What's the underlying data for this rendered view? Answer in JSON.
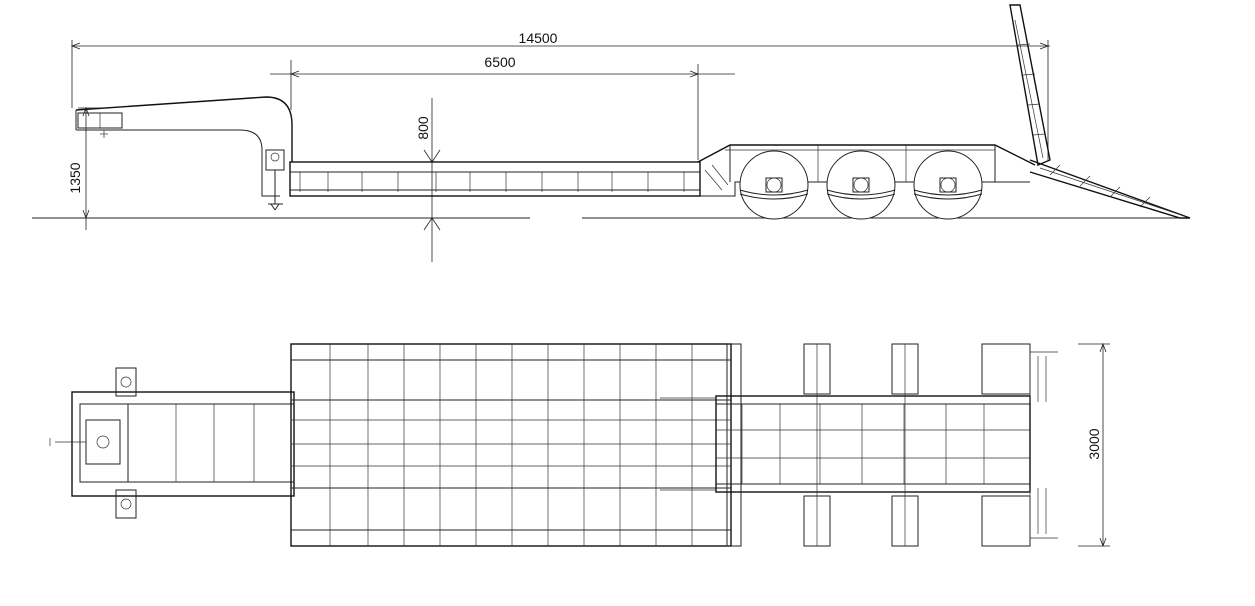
{
  "drawing": {
    "title": "",
    "side_view": {
      "overall_length": "14500",
      "deck_length": "6500",
      "deck_height": "800",
      "gooseneck_height": "1350"
    },
    "top_view": {
      "overall_width": "3000"
    }
  }
}
